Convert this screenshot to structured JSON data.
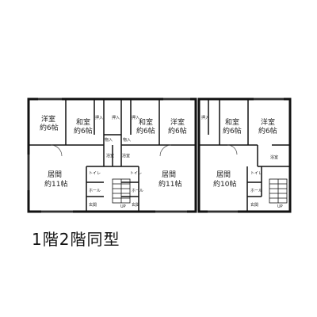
{
  "floor_note": "1階2階同型",
  "rooms": {
    "youshitsu": "洋室",
    "washitsu": "和室",
    "kyoma": "居間",
    "size_6": "約6帖",
    "size_11": "約11帖",
    "size_10": "約10帖",
    "oshiire": "押入",
    "monoire": "物入",
    "yokushitsu": "浴室",
    "toilet": "トイレ",
    "hall": "ホール",
    "genkan": "玄関",
    "up": "UP"
  },
  "colors": {
    "wall": "#111111",
    "line": "#555555",
    "background": "#ffffff"
  }
}
